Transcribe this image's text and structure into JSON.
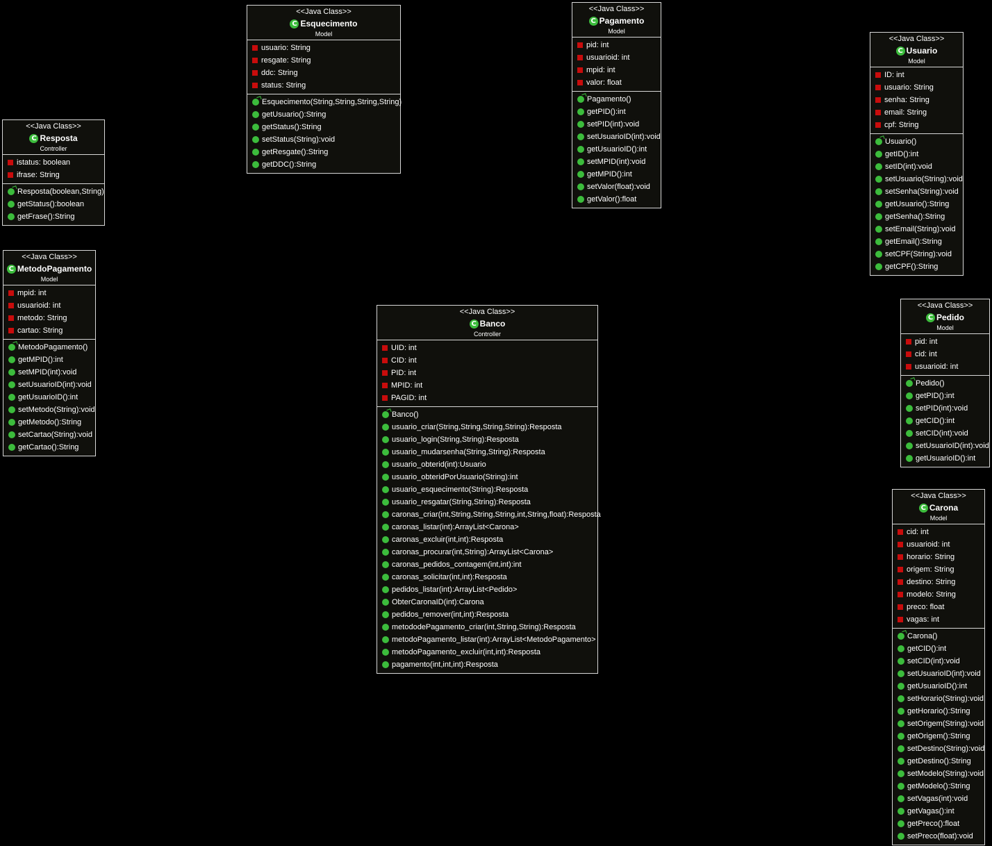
{
  "classes": {
    "esquecimento": {
      "stereotype": "<<Java Class>>",
      "name": "Esquecimento",
      "package": "Model",
      "fields": [
        "usuario: String",
        "resgate: String",
        "ddc: String",
        "status: String"
      ],
      "methods": [
        "Esquecimento(String,String,String,String)",
        "getUsuario():String",
        "getStatus():String",
        "setStatus(String):void",
        "getResgate():String",
        "getDDC():String"
      ]
    },
    "pagamento": {
      "stereotype": "<<Java Class>>",
      "name": "Pagamento",
      "package": "Model",
      "fields": [
        "pid: int",
        "usuarioid: int",
        "mpid: int",
        "valor: float"
      ],
      "methods": [
        "Pagamento()",
        "getPID():int",
        "setPID(int):void",
        "setUsuarioID(int):void",
        "getUsuarioID():int",
        "setMPID(int):void",
        "getMPID():int",
        "setValor(float):void",
        "getValor():float"
      ]
    },
    "usuario": {
      "stereotype": "<<Java Class>>",
      "name": "Usuario",
      "package": "Model",
      "fields": [
        "ID: int",
        "usuario: String",
        "senha: String",
        "email: String",
        "cpf: String"
      ],
      "methods": [
        "Usuario()",
        "getID():int",
        "setID(int):void",
        "setUsuario(String):void",
        "setSenha(String):void",
        "getUsuario():String",
        "getSenha():String",
        "setEmail(String):void",
        "getEmail():String",
        "setCPF(String):void",
        "getCPF():String"
      ]
    },
    "resposta": {
      "stereotype": "<<Java Class>>",
      "name": "Resposta",
      "package": "Controller",
      "fields": [
        "istatus: boolean",
        "ifrase: String"
      ],
      "methods": [
        "Resposta(boolean,String)",
        "getStatus():boolean",
        "getFrase():String"
      ]
    },
    "metodoPagamento": {
      "stereotype": "<<Java Class>>",
      "name": "MetodoPagamento",
      "package": "Model",
      "fields": [
        "mpid: int",
        "usuarioid: int",
        "metodo: String",
        "cartao: String"
      ],
      "methods": [
        "MetodoPagamento()",
        "getMPID():int",
        "setMPID(int):void",
        "setUsuarioID(int):void",
        "getUsuarioID():int",
        "setMetodo(String):void",
        "getMetodo():String",
        "setCartao(String):void",
        "getCartao():String"
      ]
    },
    "banco": {
      "stereotype": "<<Java Class>>",
      "name": "Banco",
      "package": "Controller",
      "fields": [
        "UID: int",
        "CID: int",
        "PID: int",
        "MPID: int",
        "PAGID: int"
      ],
      "methods": [
        "Banco()",
        "usuario_criar(String,String,String,String):Resposta",
        "usuario_login(String,String):Resposta",
        "usuario_mudarsenha(String,String):Resposta",
        "usuario_obterid(int):Usuario",
        "usuario_obteridPorUsuario(String):int",
        "usuario_esquecimento(String):Resposta",
        "usuario_resgatar(String,String):Resposta",
        "caronas_criar(int,String,String,String,int,String,float):Resposta",
        "caronas_listar(int):ArrayList<Carona>",
        "caronas_excluir(int,int):Resposta",
        "caronas_procurar(int,String):ArrayList<Carona>",
        "caronas_pedidos_contagem(int,int):int",
        "caronas_solicitar(int,int):Resposta",
        "pedidos_listar(int):ArrayList<Pedido>",
        "ObterCaronaID(int):Carona",
        "pedidos_remover(int,int):Resposta",
        "metododePagamento_criar(int,String,String):Resposta",
        "metodoPagamento_listar(int):ArrayList<MetodoPagamento>",
        "metodoPagamento_excluir(int,int):Resposta",
        "pagamento(int,int,int):Resposta"
      ]
    },
    "pedido": {
      "stereotype": "<<Java Class>>",
      "name": "Pedido",
      "package": "Model",
      "fields": [
        "pid: int",
        "cid: int",
        "usuarioid: int"
      ],
      "methods": [
        "Pedido()",
        "getPID():int",
        "setPID(int):void",
        "getCID():int",
        "setCID(int):void",
        "setUsuarioID(int):void",
        "getUsuarioID():int"
      ]
    },
    "carona": {
      "stereotype": "<<Java Class>>",
      "name": "Carona",
      "package": "Model",
      "fields": [
        "cid: int",
        "usuarioid: int",
        "horario: String",
        "origem: String",
        "destino: String",
        "modelo: String",
        "preco: float",
        "vagas: int"
      ],
      "methods": [
        "Carona()",
        "getCID():int",
        "setCID(int):void",
        "setUsuarioID(int):void",
        "getUsuarioID():int",
        "setHorario(String):void",
        "getHorario():String",
        "setOrigem(String):void",
        "getOrigem():String",
        "setDestino(String):void",
        "getDestino():String",
        "setModelo(String):void",
        "getModelo():String",
        "setVagas(int):void",
        "getVagas():int",
        "getPreco():float",
        "setPreco(float):void"
      ]
    }
  }
}
